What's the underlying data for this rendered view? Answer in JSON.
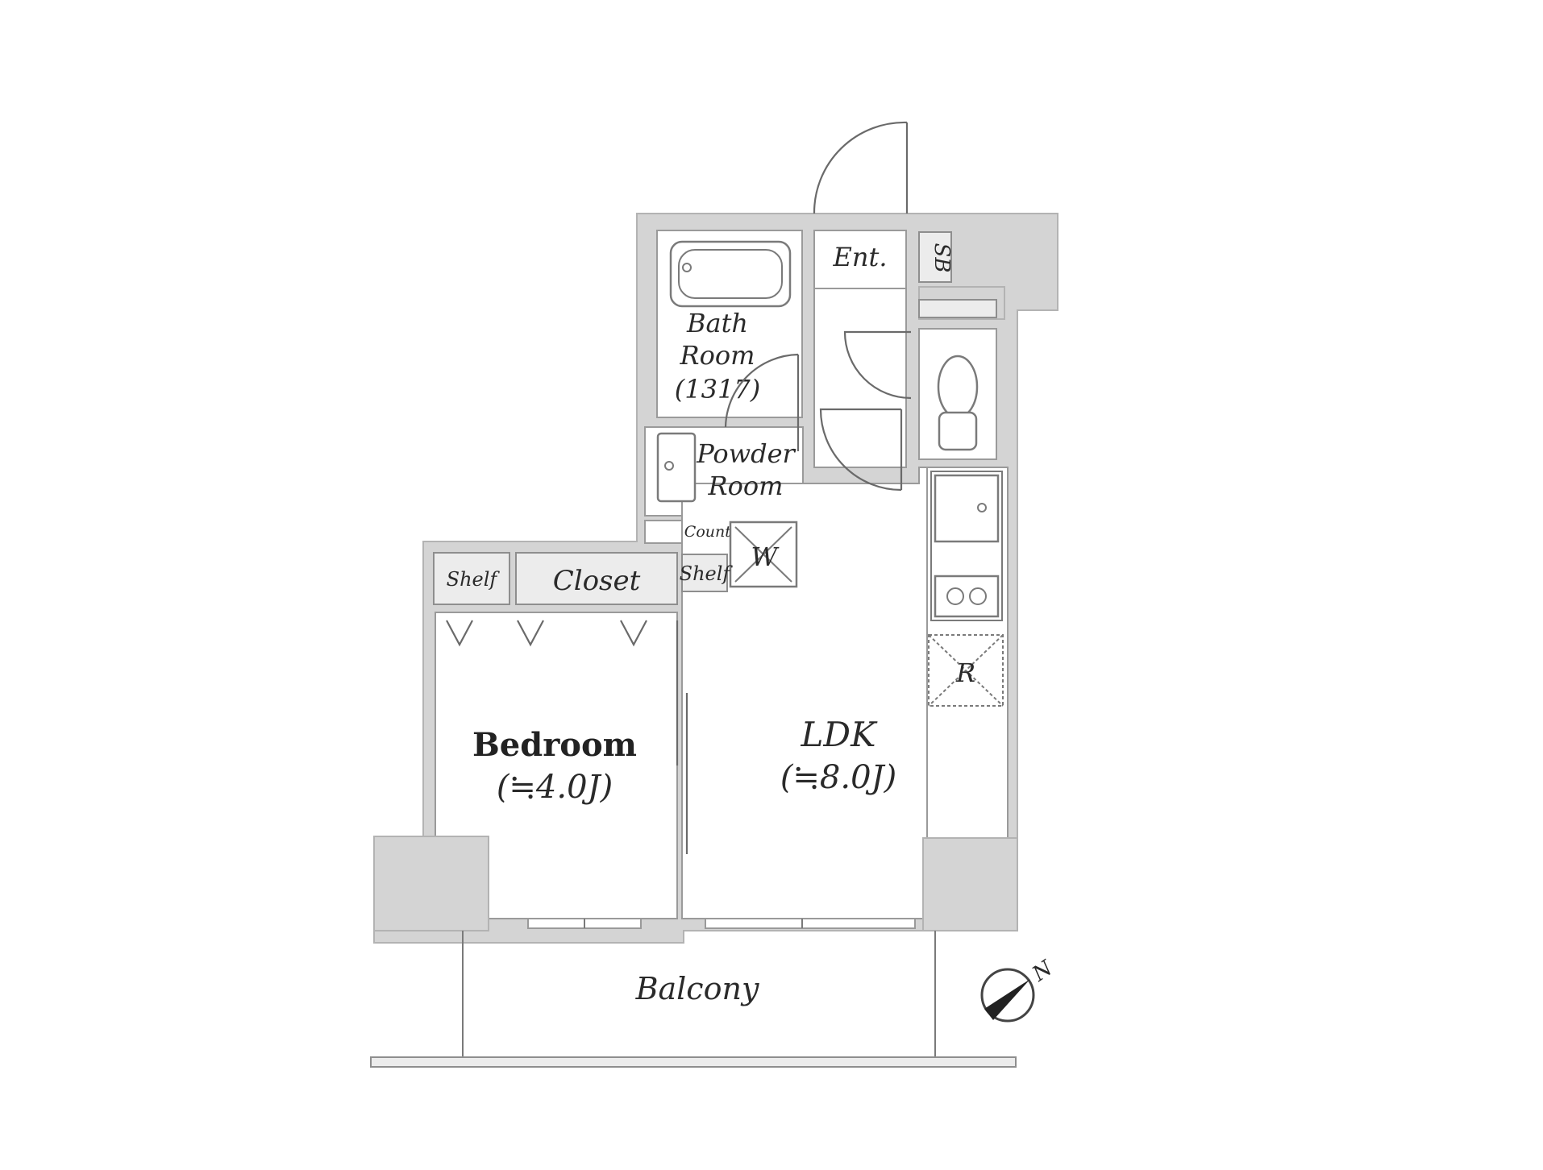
{
  "labels": {
    "entrance": "Ent.",
    "shoe_box": "SB",
    "bath_line1": "Bath",
    "bath_line2": "Room",
    "bath_line3": "(1317)",
    "powder_line1": "Powder",
    "powder_line2": "Room",
    "counter": "Counter",
    "washer": "W",
    "shelf_left": "Shelf",
    "closet": "Closet",
    "shelf_right": "Shelf",
    "refrigerator": "R",
    "bedroom_name": "Bedroom",
    "bedroom_size": "(≒4.0J)",
    "ldk_name": "LDK",
    "ldk_size": "(≒8.0J)",
    "balcony": "Balcony",
    "compass_north": "N"
  },
  "colors": {
    "wall": "#d4d4d4",
    "line": "#7a7a7a",
    "text": "#2a2a2a",
    "background": "#ffffff"
  },
  "icons": {
    "compass": "compass-north-icon"
  }
}
